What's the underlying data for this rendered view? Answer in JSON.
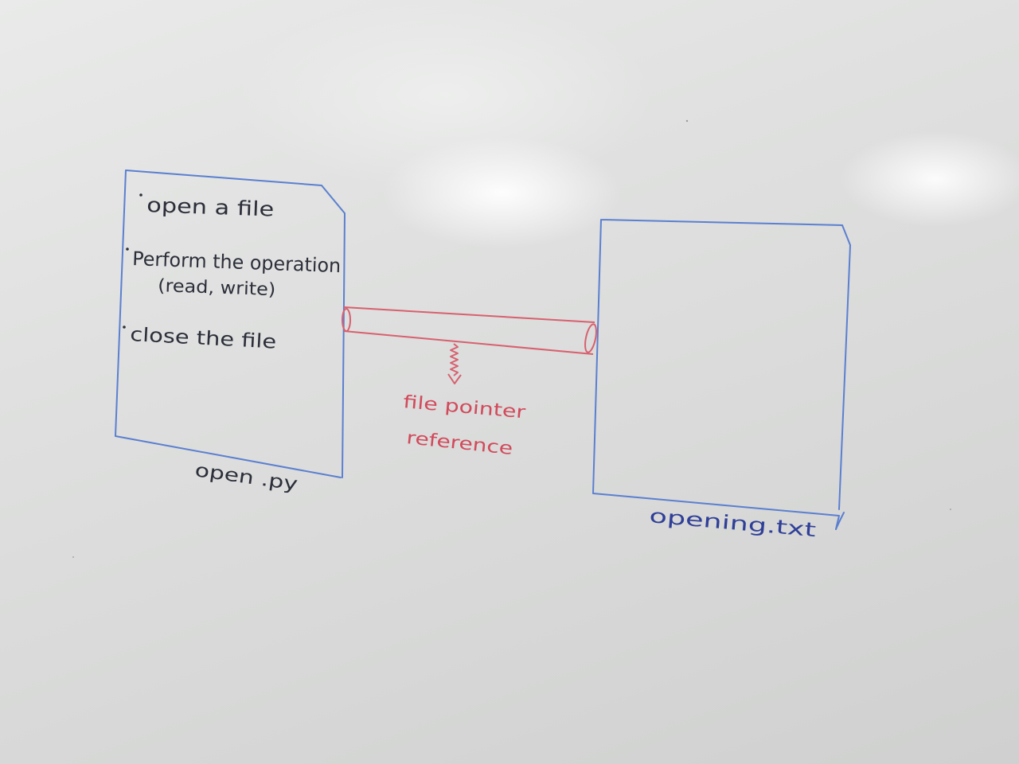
{
  "left_box": {
    "bullets": [
      "open a file",
      "Perform the operation",
      "close the file"
    ],
    "bullet_sub": "(read, write)",
    "caption": "open .py"
  },
  "connector": {
    "label_line1": "file pointer",
    "label_line2": "reference"
  },
  "right_box": {
    "caption": "opening.txt"
  },
  "colors": {
    "board": "#e3e4e3",
    "blue_marker": "#4a6fc9",
    "dark_marker": "#2c2f3a",
    "red_marker": "#d24a5c"
  }
}
